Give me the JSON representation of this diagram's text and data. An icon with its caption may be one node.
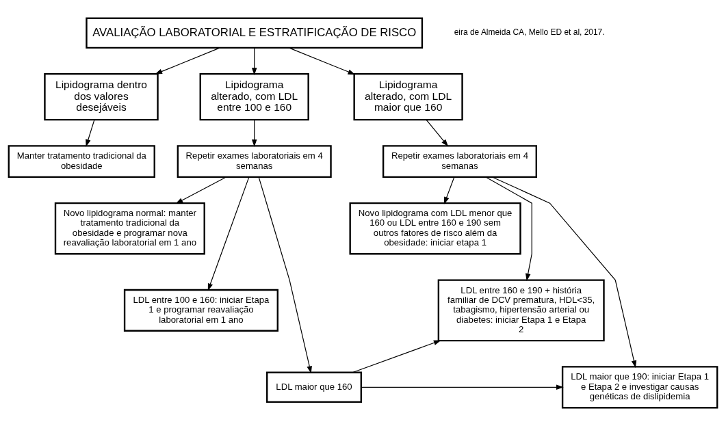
{
  "diagram": {
    "nodes": [
      {
        "text": [
          "AVALIAÇÃO LABORATORIAL E ESTRATIFICAÇÃO DE RISCO"
        ]
      },
      {
        "text": [
          "Lipidograma dentro dos valores desejáveis"
        ]
      },
      {
        "text": [
          "Lipidograma alterado, com LDL entre 100 e 160"
        ]
      },
      {
        "text": [
          "Lipidograma alterado, com LDL maior que 160"
        ]
      },
      {
        "text": [
          "Manter tratamento tradicional da obesidade"
        ]
      },
      {
        "text": [
          "Repetir exames laboratoriais em 4 semanas"
        ]
      },
      {
        "text": [
          "Repetir exames laboratoriais em 4 semanas"
        ]
      },
      {
        "text": [
          "Novo lipidograma normal: manter tratamento tradicional da obesidade e programar nova reavaliação laboratorial em 1 ano"
        ]
      },
      {
        "text": [
          "LDL entre 100 e 160: iniciar Etapa 1 e programar reavaliação laboratorial em 1 ano"
        ]
      },
      {
        "text": [
          "LDL maior que 160"
        ]
      },
      {
        "text": [
          "Novo lipidograma com LDL menor que 160 ou LDL entre 160 e 190 sem outros fatores de risco além da obesidade: iniciar etapa 1"
        ]
      },
      {
        "text": [
          "LDL entre 160 e 190 + história familiar de DCV prematura, HDL<35, tabagismo, hipertensão arterial ou diabetes: iniciar Etapa 1 e Etapa 2"
        ]
      },
      {
        "text": [
          "LDL maior que 190: iniciar Etapa 1 e Etapa 2 e investigar causas genéticas de dislipidemia"
        ]
      }
    ],
    "edges": [
      {
        "from": 0,
        "to": 1,
        "arrow": "to"
      },
      {
        "from": 0,
        "to": 2,
        "arrow": "to"
      },
      {
        "from": 0,
        "to": 3,
        "arrow": "to"
      },
      {
        "from": 1,
        "to": 4,
        "arrow": "to"
      },
      {
        "from": 2,
        "to": 5,
        "arrow": "to"
      },
      {
        "from": 3,
        "to": 6,
        "arrow": "to"
      },
      {
        "from": 5,
        "to": 7,
        "arrow": "to"
      },
      {
        "from": 5,
        "to": 8,
        "arrow": "to"
      },
      {
        "from": 5,
        "to": 9,
        "arrow": "to"
      },
      {
        "from": 6,
        "to": 10,
        "arrow": "to"
      },
      {
        "from": 6,
        "to": 11,
        "arrow": "to"
      },
      {
        "from": 6,
        "to": 12,
        "arrow": "to"
      },
      {
        "from": 9,
        "to": 11,
        "arrow": "to"
      },
      {
        "from": 9,
        "to": 12,
        "arrow": "to"
      }
    ],
    "labels": [
      "eira de Almeida CA, Mello ED et al, 2017."
    ]
  }
}
